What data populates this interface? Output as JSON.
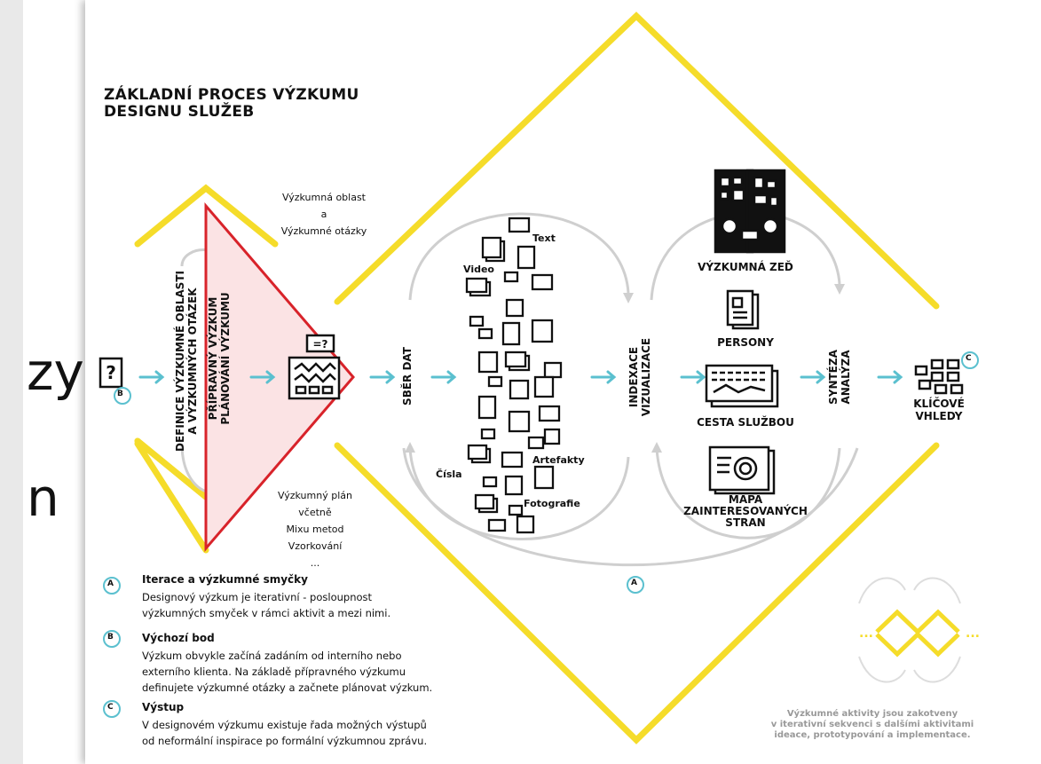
{
  "title_line1": "ZÁKLADNÍ PROCES VÝZKUMU",
  "title_line2": "DESIGNU SLUŽEB",
  "cut_text": {
    "a": "zy",
    "b": "n"
  },
  "research_area": [
    "Výzkumná oblast",
    "a",
    "Výzkumné otázky"
  ],
  "research_plan": [
    "Výzkumný plán",
    "včetně",
    "Mixu metod",
    "Vzorkování",
    "..."
  ],
  "phases": {
    "definition": [
      "DEFINICE VÝZKUMNÉ OBLASTI",
      "A VÝZKUMNÝCH OTÁZEK"
    ],
    "preparation": [
      "PŘÍPRAVNÝ VÝZKUM",
      "PLÁNOVÁNÍ VÝZKUMU"
    ],
    "data_collection": "SBĚR DAT",
    "indexing": [
      "INDEXACE",
      "VIZUALIZACE"
    ],
    "synthesis": [
      "SYNTÉZA",
      "ANALÝZA"
    ]
  },
  "data_types": {
    "text": "Text",
    "video": "Video",
    "numbers": "Čísla",
    "artifacts": "Artefakty",
    "photos": "Fotografie"
  },
  "outputs": {
    "wall": "VÝZKUMNÁ ZEĎ",
    "personas": "PERSONY",
    "journey": "CESTA SLUŽBOU",
    "stakeholder": [
      "MAPA",
      "ZAINTERESOVANÝCH",
      "STRAN"
    ],
    "insights": [
      "KLÍČOVÉ",
      "VHLEDY"
    ]
  },
  "markers": {
    "a": "A",
    "b": "B",
    "c": "C"
  },
  "legend": [
    {
      "marker": "A",
      "title": "Iterace a výzkumné smyčky",
      "lines": [
        "Designový výzkum je iterativní - posloupnost",
        "výzkumných smyček v rámci aktivit a mezi nimi."
      ]
    },
    {
      "marker": "B",
      "title": "Výchozí bod",
      "lines": [
        "Výzkum obvykle začíná zadáním od interního nebo",
        "externího klienta. Na základě přípravného výzkumu",
        "definujete výzkumné otázky a začnete plánovat výzkum."
      ]
    },
    {
      "marker": "C",
      "title": "Výstup",
      "lines": [
        "V designovém výzkumu existuje řada možných výstupů",
        "od neformální inspirace po formální výzkumnou zprávu."
      ]
    }
  ],
  "footnote": [
    "Výzkumné aktivity jsou zakotveny",
    "v iterativní sekvenci s dalšími aktivitami",
    "ideace, prototypování a implementace."
  ],
  "colors": {
    "yellow": "#f5dc2a",
    "teal": "#5bc0cf",
    "red": "#d8232a",
    "pink": "#fbe3e4",
    "grey": "#cfcfcf",
    "ink": "#111111"
  }
}
